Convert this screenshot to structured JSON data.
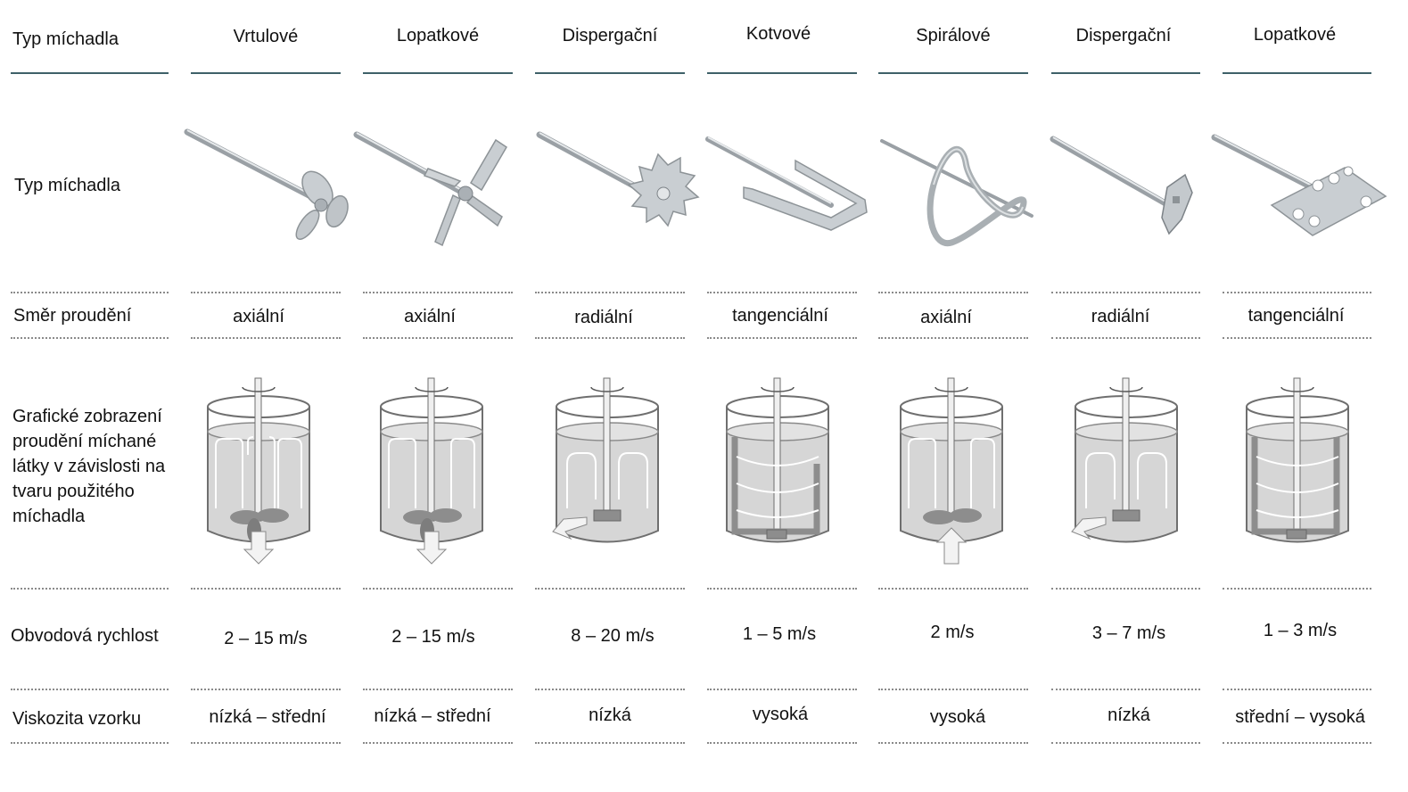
{
  "row_labels": {
    "header": "Typ míchadla",
    "image_row": "Typ míchadla",
    "flow_direction": "Směr proudění",
    "flow_graphic": "Grafické zobrazení proudění míchané látky v závislosti na tvaru použitého míchadla",
    "peripheral_speed": "Obvodová rychlost",
    "viscosity": "Viskozita vzorku"
  },
  "columns": [
    {
      "type": "Vrtulové",
      "flow": "axiální",
      "speed": "2 – 15 m/s",
      "viscosity": "nízká – střední",
      "icon": "propeller-stirrer-icon"
    },
    {
      "type": "Lopatkové",
      "flow": "axiální",
      "speed": "2 – 15 m/s",
      "viscosity": "nízká – střední",
      "icon": "blade-stirrer-icon"
    },
    {
      "type": "Dispergační",
      "flow": "radiální",
      "speed": "8 – 20 m/s",
      "viscosity": "nízká",
      "icon": "dispersing-disc-stirrer-icon"
    },
    {
      "type": "Kotvové",
      "flow": "tangenciální",
      "speed": "1 – 5 m/s",
      "viscosity": "vysoká",
      "icon": "anchor-stirrer-icon"
    },
    {
      "type": "Spirálové",
      "flow": "axiální",
      "speed": "2 m/s",
      "viscosity": "vysoká",
      "icon": "spiral-stirrer-icon"
    },
    {
      "type": "Dispergační",
      "flow": "radiální",
      "speed": "3 – 7 m/s",
      "viscosity": "nízká",
      "icon": "dissolver-stirrer-icon"
    },
    {
      "type": "Lopatkové",
      "flow": "tangenciální",
      "speed": "1 – 3 m/s",
      "viscosity": "střední – vysoká",
      "icon": "perforated-paddle-stirrer-icon"
    }
  ],
  "colors": {
    "header_rule": "#3e6068",
    "dotted_rule": "#8a8a8a",
    "metal": "#c9ced2",
    "liquid": "#d6d6d6"
  }
}
